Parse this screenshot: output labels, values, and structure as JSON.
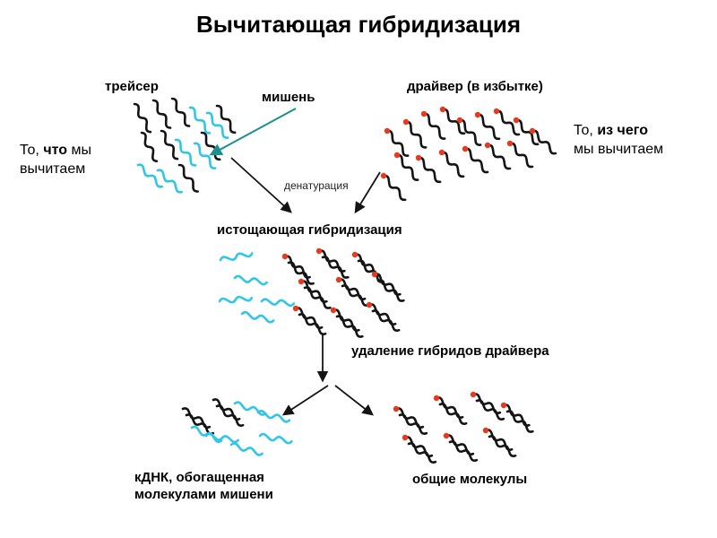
{
  "title": "Вычитающая гибридизация",
  "colors": {
    "strand_black": "#141414",
    "strand_cyan": "#2fc6e8",
    "dot_red": "#e8391f",
    "arrow_black": "#141414",
    "arrow_teal": "#1d8f8f"
  },
  "labels": {
    "tracer": "трейсер",
    "target": "мишень",
    "driver": "драйвер (в избытке)",
    "denaturation": "денатурация",
    "stage_hybridization": "истощающая гибридизация",
    "stage_removal": "удаление гибридов драйвера",
    "result_left_line1": "кДНК, обогащенная",
    "result_left_line2": "молекулами мишени",
    "result_right": "общие молекулы"
  },
  "annotations": {
    "left": {
      "pre": "То, ",
      "bold": "что",
      "post": " мы",
      "line2": "вычитаем"
    },
    "right": {
      "pre": "То, ",
      "bold": "из чего",
      "post": "",
      "line2": "мы вычитаем"
    }
  }
}
